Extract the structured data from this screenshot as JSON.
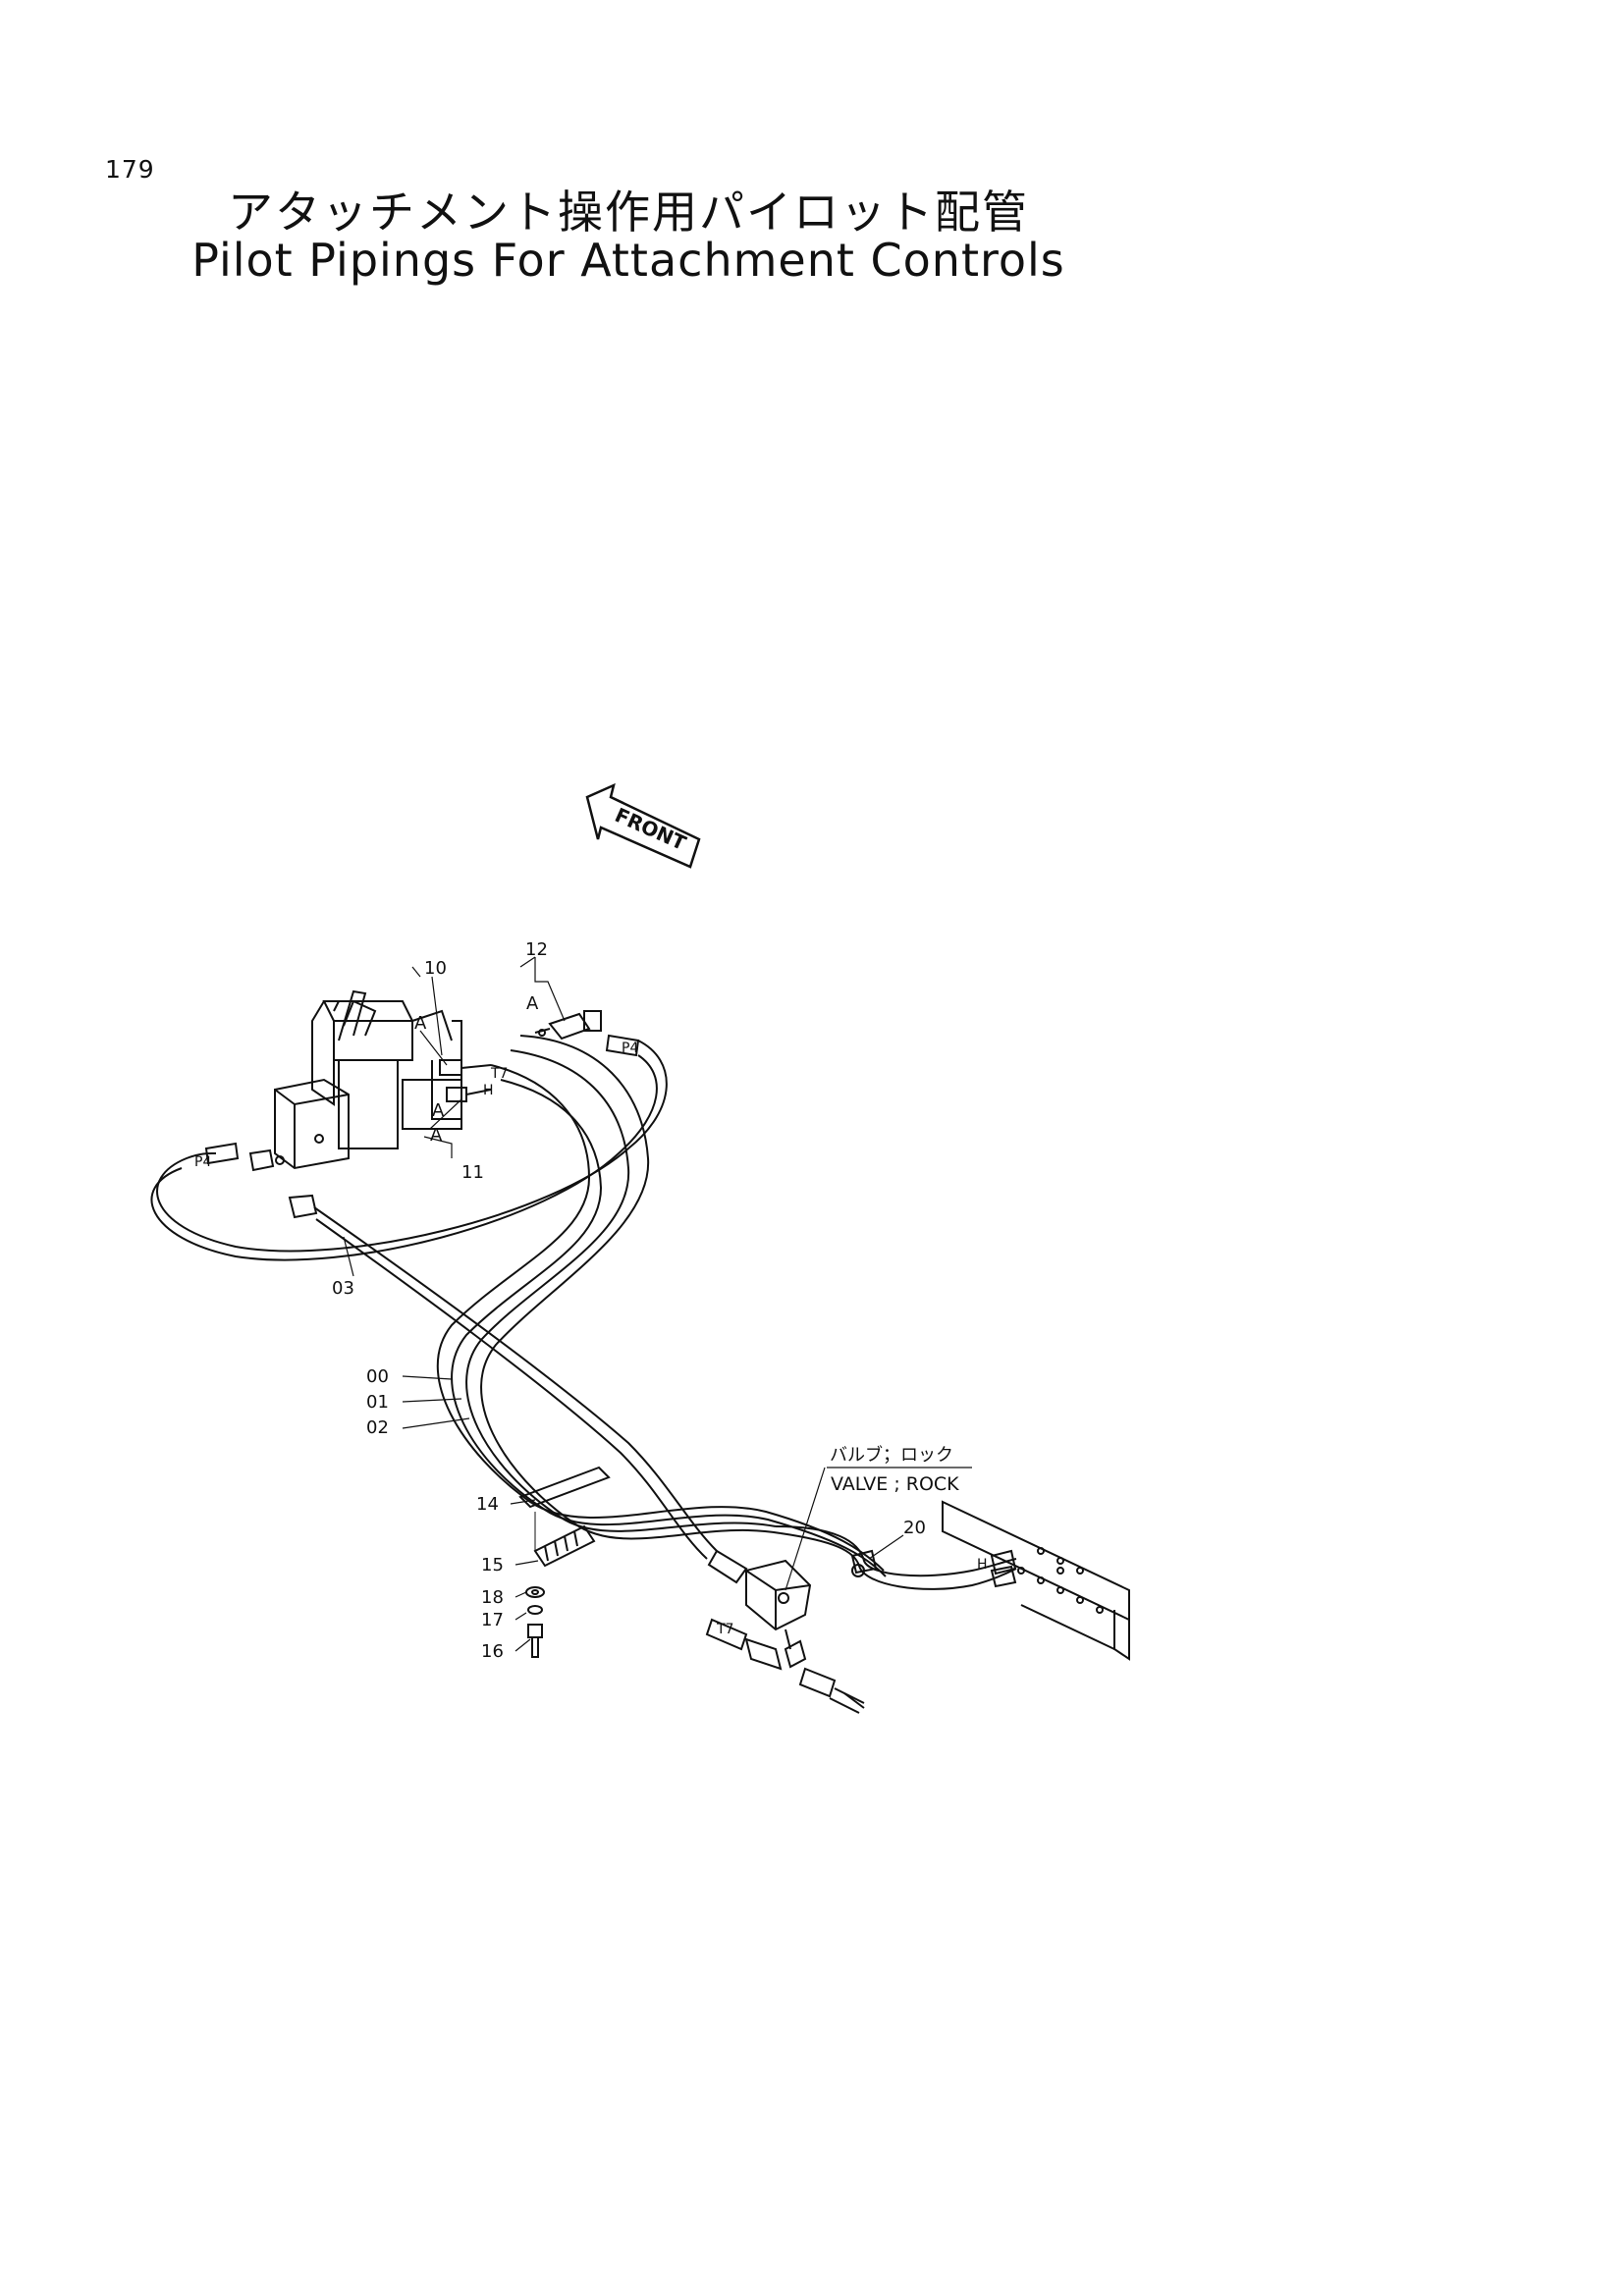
{
  "page_number": "179",
  "title_jp": "アタッチメント操作用パイロット配管",
  "title_en": "Pilot Pipings For Attachment Controls",
  "front_arrow": "FRONT",
  "valve_label_jp": "バルブ；ロック",
  "valve_label_en": "VALVE ; ROCK",
  "callouts": {
    "c00": "00",
    "c01": "01",
    "c02": "02",
    "c03": "03",
    "c10": "10",
    "c11": "11",
    "c12": "12",
    "c14": "14",
    "c15": "15",
    "c16": "16",
    "c17": "17",
    "c18": "18",
    "c20": "20"
  },
  "port_labels": {
    "a1": "A",
    "a2": "A",
    "a3": "A",
    "t7": "T7",
    "h": "H",
    "p4a": "P4",
    "p4b": "P4",
    "h2": "H",
    "t7b": "T7"
  }
}
